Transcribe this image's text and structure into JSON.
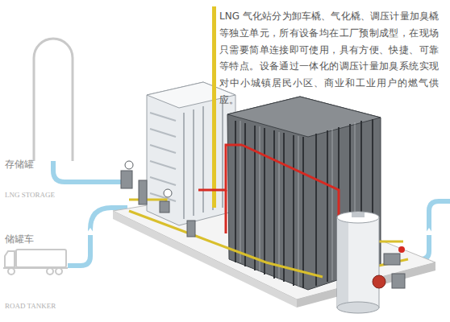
{
  "diagram": {
    "labels": [
      "LNG 气化站分为卸车橇、气化橇、调压计量加臭橇等独立单元，所有设备均在工厂预制成型，在现场只需要简单连接即可使用，具有方便、快捷、可靠等特点。设备通过一体化的调压计量加臭系统实现对中小城镇居民小区、商业和工业用户的燃气供应。",
      "存储罐",
      "LNG STORAGE",
      "储罐车",
      "ROAD TANKER"
    ]
  }
}
